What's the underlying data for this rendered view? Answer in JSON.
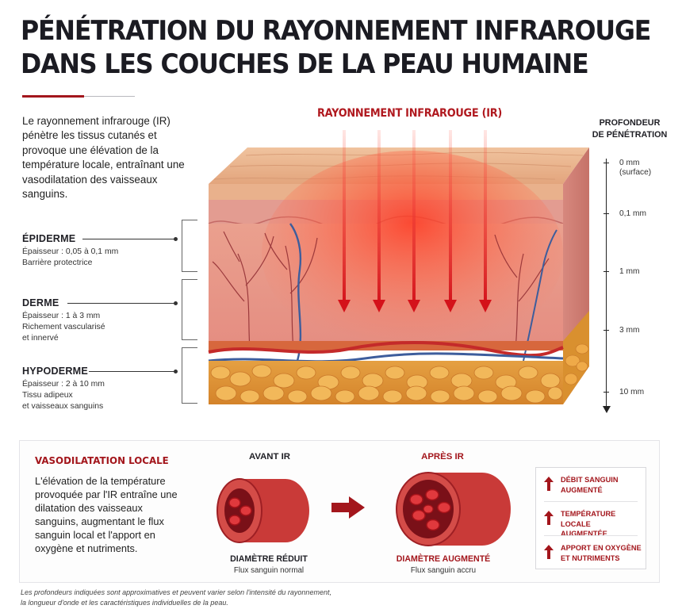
{
  "title": {
    "line1": "PÉNÉTRATION DU RAYONNEMENT INFRAROUGE",
    "line2": "DANS LES COUCHES DE LA PEAU HUMAINE"
  },
  "intro": "Le rayonnement infrarouge (IR) pénètre les tissus cutanés et provoque une élévation de la température locale, entraînant une vasodilatation des vaisseaux sanguins.",
  "layers": [
    {
      "name": "ÉPIDERME",
      "detail": "Épaisseur : 0,05 à 0,1 mm\nBarrière protectrice"
    },
    {
      "name": "DERME",
      "detail": "Épaisseur : 1 à 3 mm\nRichement vascularisé\net innervé"
    },
    {
      "name": "HYPODERME",
      "detail": "Épaisseur : 2 à 10 mm\nTissu adipeux\net vaisseaux sanguins"
    }
  ],
  "ir_label": "RAYONNEMENT INFRAROUGE (IR)",
  "depth": {
    "title": "PROFONDEUR\nDE PÉNÉTRATION",
    "marks": [
      {
        "label": "0 mm\n(surface)",
        "mm": 0
      },
      {
        "label": "0,1 mm",
        "mm": 0.1
      },
      {
        "label": "1 mm",
        "mm": 1
      },
      {
        "label": "3 mm",
        "mm": 3
      },
      {
        "label": "10 mm",
        "mm": 10
      }
    ]
  },
  "vasodilatation": {
    "title": "VASODILATATION LOCALE",
    "text": "L'élévation de la température provoquée par l'IR entraîne une dilatation des vaisseaux sanguins, augmentant le flux sanguin local et l'apport en oxygène et nutriments.",
    "before": {
      "title": "AVANT IR",
      "caption": "DIAMÈTRE RÉDUIT",
      "sub": "Flux sanguin normal"
    },
    "after": {
      "title": "APRÈS IR",
      "caption": "DIAMÈTRE AUGMENTÉ",
      "sub": "Flux sanguin accru"
    },
    "effects": [
      "DÉBIT SANGUIN\nAUGMENTÉ",
      "TEMPÉRATURE LOCALE\nAUGMENTÉE",
      "APPORT EN OXYGÈNE\nET NUTRIMENTS"
    ]
  },
  "footnote": "Les profondeurs indiquées sont approximatives et peuvent varier selon l'intensité du rayonnement,\nla longueur d'onde et les caractéristiques individuelles de la peau.",
  "colors": {
    "accent_red": "#a3161c",
    "title_dark": "#1b1b22",
    "ir_red": "#b0191f",
    "dermis_pink": "#e9968e",
    "fat_yellow": "#e8a23a",
    "skin_surface": "#e7b48d",
    "vein_blue": "#3d5d9c"
  }
}
